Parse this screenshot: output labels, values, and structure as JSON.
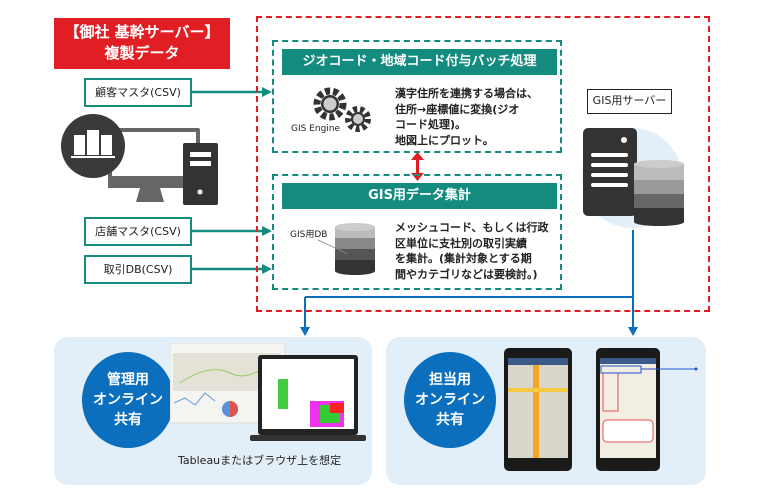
{
  "source": {
    "title_line1": "【御社 基幹サーバー】",
    "title_line2": "複製データ",
    "files": [
      "顧客マスタ(CSV)",
      "店舗マスタ(CSV)",
      "取引DB(CSV)"
    ]
  },
  "geocode": {
    "header": "ジオコード・地域コード付与バッチ処理",
    "engine_label": "GIS Engine",
    "description": [
      "漢字住所を連携する場合は、",
      "住所→座標値に変換(ジオ",
      "コード処理)。",
      "地図上にプロット。"
    ]
  },
  "aggregate": {
    "header": "GIS用データ集計",
    "db_label": "GIS用DB",
    "description": [
      "メッシュコード、もしくは行政",
      "区単位に支社別の取引実績",
      "を集計。(集計対象とする期",
      "間やカテゴリなどは要検討。)"
    ]
  },
  "server": {
    "label": "GIS用サーバー"
  },
  "admin": {
    "line1": "管理用",
    "line2": "オンライン",
    "line3": "共有",
    "caption": "Tableauまたはブラウザ上を想定"
  },
  "staff": {
    "line1": "担当用",
    "line2": "オンライン",
    "line3": "共有"
  },
  "colors": {
    "red": "#e01e24",
    "teal": "#138b7e",
    "blue": "#0b6fbd",
    "panel": "#e3eff8"
  }
}
